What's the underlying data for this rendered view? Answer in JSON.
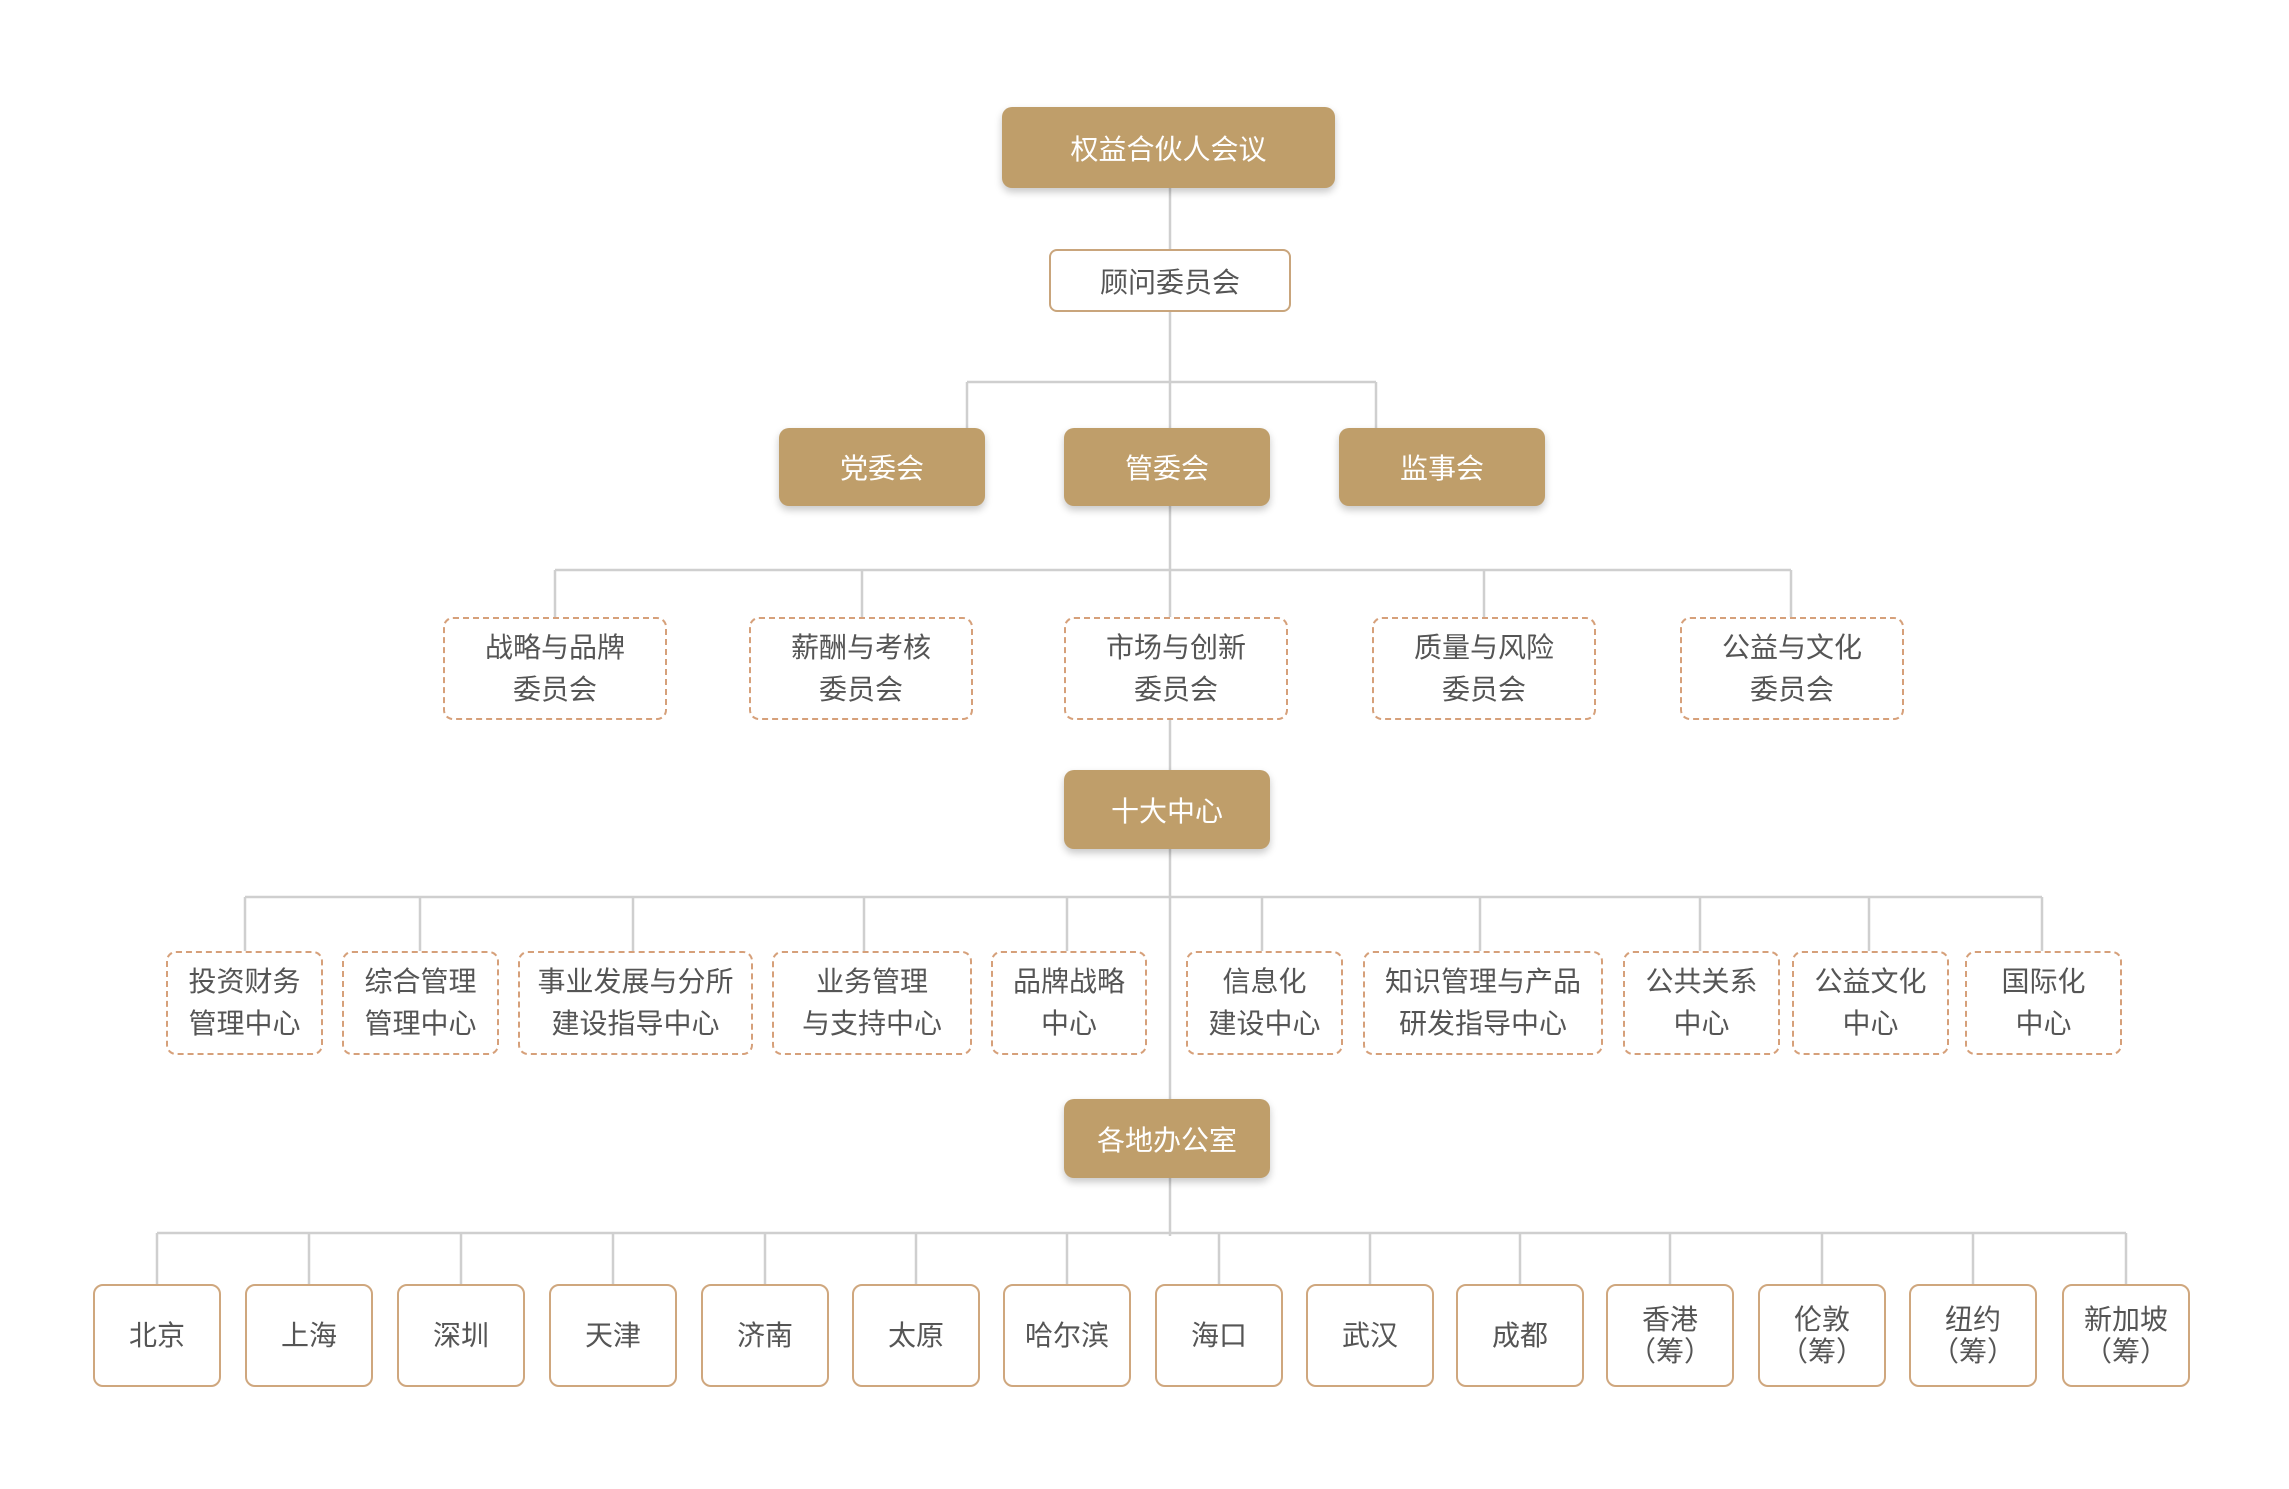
{
  "colors": {
    "accent": "#bf9e6a",
    "outline": "#c9a57c",
    "dashed": "#d6a07a",
    "connector": "#cfcfcf",
    "text": "#555555"
  },
  "top": {
    "label": "权益合伙人会议"
  },
  "advisory": {
    "label": "顾问委员会"
  },
  "governance": [
    {
      "label": "党委会"
    },
    {
      "label": "管委会"
    },
    {
      "label": "监事会"
    }
  ],
  "committees": [
    {
      "line1": "战略与品牌",
      "line2": "委员会"
    },
    {
      "line1": "薪酬与考核",
      "line2": "委员会"
    },
    {
      "line1": "市场与创新",
      "line2": "委员会"
    },
    {
      "line1": "质量与风险",
      "line2": "委员会"
    },
    {
      "line1": "公益与文化",
      "line2": "委员会"
    }
  ],
  "centers_hub": {
    "label": "十大中心"
  },
  "centers": [
    {
      "line1": "投资财务",
      "line2": "管理中心"
    },
    {
      "line1": "综合管理",
      "line2": "管理中心"
    },
    {
      "line1": "事业发展与分所",
      "line2": "建设指导中心"
    },
    {
      "line1": "业务管理",
      "line2": "与支持中心"
    },
    {
      "line1": "品牌战略",
      "line2": "中心"
    },
    {
      "line1": "信息化",
      "line2": "建设中心"
    },
    {
      "line1": "知识管理与产品",
      "line2": "研发指导中心"
    },
    {
      "line1": "公共关系",
      "line2": "中心"
    },
    {
      "line1": "公益文化",
      "line2": "中心"
    },
    {
      "line1": "国际化",
      "line2": "中心"
    }
  ],
  "offices_hub": {
    "label": "各地办公室"
  },
  "offices": [
    {
      "line1": "北京",
      "line2": ""
    },
    {
      "line1": "上海",
      "line2": ""
    },
    {
      "line1": "深圳",
      "line2": ""
    },
    {
      "line1": "天津",
      "line2": ""
    },
    {
      "line1": "济南",
      "line2": ""
    },
    {
      "line1": "太原",
      "line2": ""
    },
    {
      "line1": "哈尔滨",
      "line2": ""
    },
    {
      "line1": "海口",
      "line2": ""
    },
    {
      "line1": "武汉",
      "line2": ""
    },
    {
      "line1": "成都",
      "line2": ""
    },
    {
      "line1": "香港",
      "line2": "（筹）"
    },
    {
      "line1": "伦敦",
      "line2": "（筹）"
    },
    {
      "line1": "纽约",
      "line2": "（筹）"
    },
    {
      "line1": "新加坡",
      "line2": "（筹）"
    }
  ]
}
